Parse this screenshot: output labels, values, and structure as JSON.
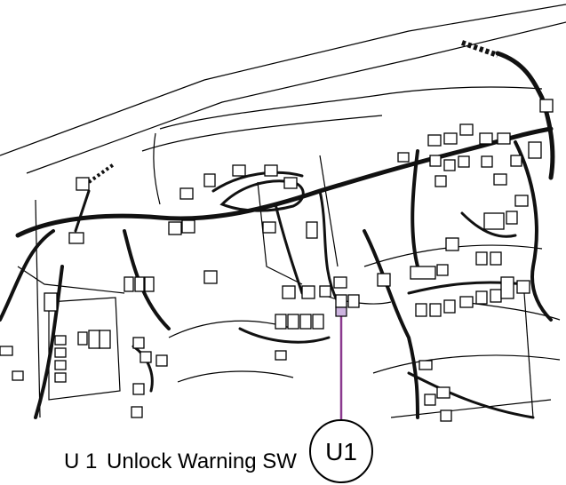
{
  "caption": {
    "code": "U 1",
    "text": "Unlock Warning SW"
  },
  "callout": {
    "label": "U1",
    "leader_color": "#8b3a8f"
  },
  "colors": {
    "line": "#000000",
    "harness": "#111111",
    "background": "#ffffff"
  }
}
